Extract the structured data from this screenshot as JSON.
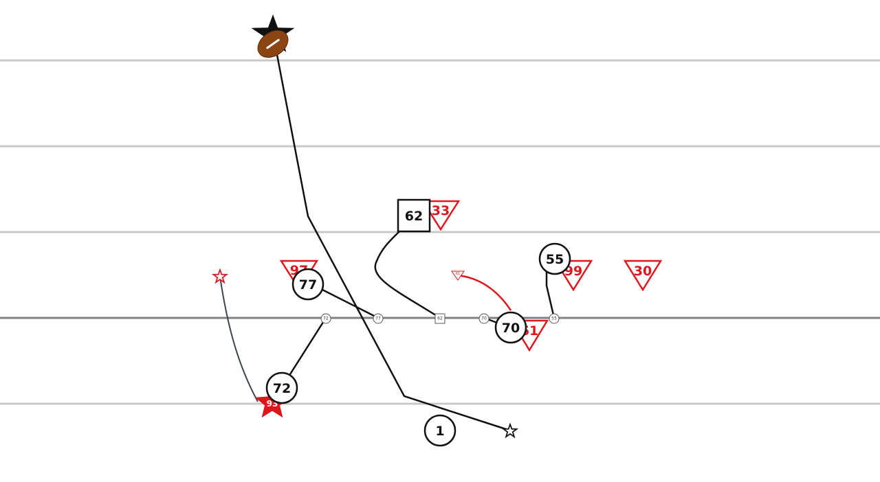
{
  "colors": {
    "offense": "#111111",
    "defense": "#e0161c",
    "ball": "#8b4513",
    "yard_line": "#c8c8c8",
    "line_of_scrimmage": "#808080",
    "run_path": "#3c4450"
  },
  "offense": {
    "player_1": "1",
    "player_62": "62",
    "player_77": "77",
    "player_72": "72",
    "player_70": "70",
    "player_55": "55"
  },
  "offense_start_markers": {
    "m72": "72",
    "m77": "77",
    "m62": "62",
    "m70": "70",
    "m55": "55"
  },
  "defense": {
    "player_33": "33",
    "player_97": "97",
    "player_99": "99",
    "player_30": "30",
    "player_61": "61",
    "player_93": "93"
  },
  "defense_start_markers": {
    "m61": "61"
  },
  "icons": {
    "ball": "football-icon",
    "star": "star-icon"
  }
}
